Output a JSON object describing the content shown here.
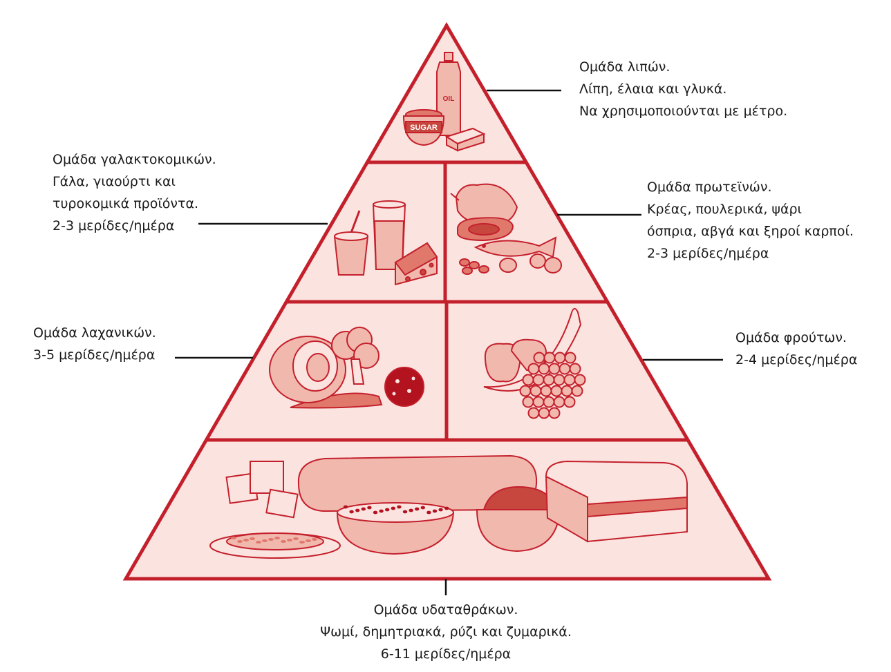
{
  "colors": {
    "fill": "#fbe3df",
    "stroke": "#c4202c",
    "food_light": "#f1b8ae",
    "food_mid": "#e0796c",
    "food_dark": "#c7473e",
    "berry": "#b3121f",
    "leader": "#111111"
  },
  "groups": {
    "fats": {
      "title": "Ομάδα λιπών.",
      "line2": "Λίπη, έλαια και γλυκά.",
      "line3": "Να χρησιμοποιούνται με μέτρο.",
      "icons": [
        "oil-bottle-icon",
        "sugar-jar-icon",
        "butter-icon"
      ],
      "sugar_text": "SUGAR",
      "oil_text": "OIL"
    },
    "dairy": {
      "title": "Ομάδα γαλακτοκομικών.",
      "line2": "Γάλα, γιαούρτι και",
      "line3": "τυροκομικά προϊόντα.",
      "servings": "2-3 μερίδες/ημέρα"
    },
    "protein": {
      "title": "Ομάδα πρωτεϊνών.",
      "line2": "Κρέας, πουλερικά, ψάρι",
      "line3": "όσπρια, αβγά και ξηροί καρποί.",
      "servings": "2-3 μερίδες/ημέρα"
    },
    "vegetables": {
      "title": "Ομάδα λαχανικών.",
      "servings": "3-5 μερίδες/ημέρα"
    },
    "fruits": {
      "title": "Ομάδα φρούτων.",
      "servings": "2-4 μερίδες/ημέρα"
    },
    "carbs": {
      "title": "Ομάδα υδαταθράκων.",
      "line2": "Ψωμί, δημητριακά, ρύζι και ζυμαρικά.",
      "servings": "6-11 μερίδες/ημέρα"
    }
  }
}
